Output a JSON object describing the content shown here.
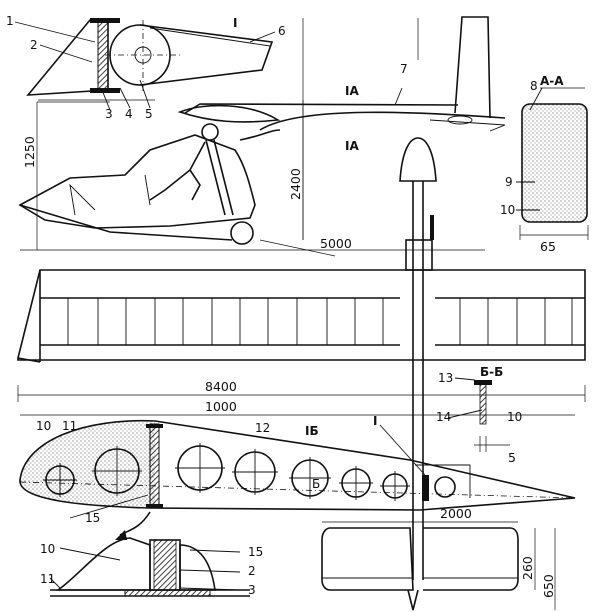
{
  "diagram": {
    "dimensions": {
      "h1250": "1250",
      "h2400": "2400",
      "w5000": "5000",
      "w65": "65",
      "span8400": "8400",
      "chord1000": "1000",
      "stab2000": "2000",
      "h260": "260",
      "h650": "650",
      "w5": "5"
    },
    "section_labels": {
      "view_I": "I",
      "aa": "А-А",
      "bb": "Б-Б",
      "IA_upper": "IА",
      "IA_lower": "IА",
      "IB": "IБ",
      "I_callout": "I",
      "B_rib": "Б"
    },
    "part_numbers": {
      "p1": "1",
      "p2": "2",
      "p3": "3",
      "p4": "4",
      "p5": "5",
      "p6": "6",
      "p7": "7",
      "p8": "8",
      "p9": "9",
      "p10": "10",
      "p10b": "10",
      "p11": "11",
      "p12": "12",
      "p13": "13",
      "p14": "14",
      "p10c": "10",
      "p15": "15",
      "p10d": "10",
      "p15b": "15",
      "p2b": "2",
      "p11b": "11",
      "p3b": "3"
    }
  }
}
